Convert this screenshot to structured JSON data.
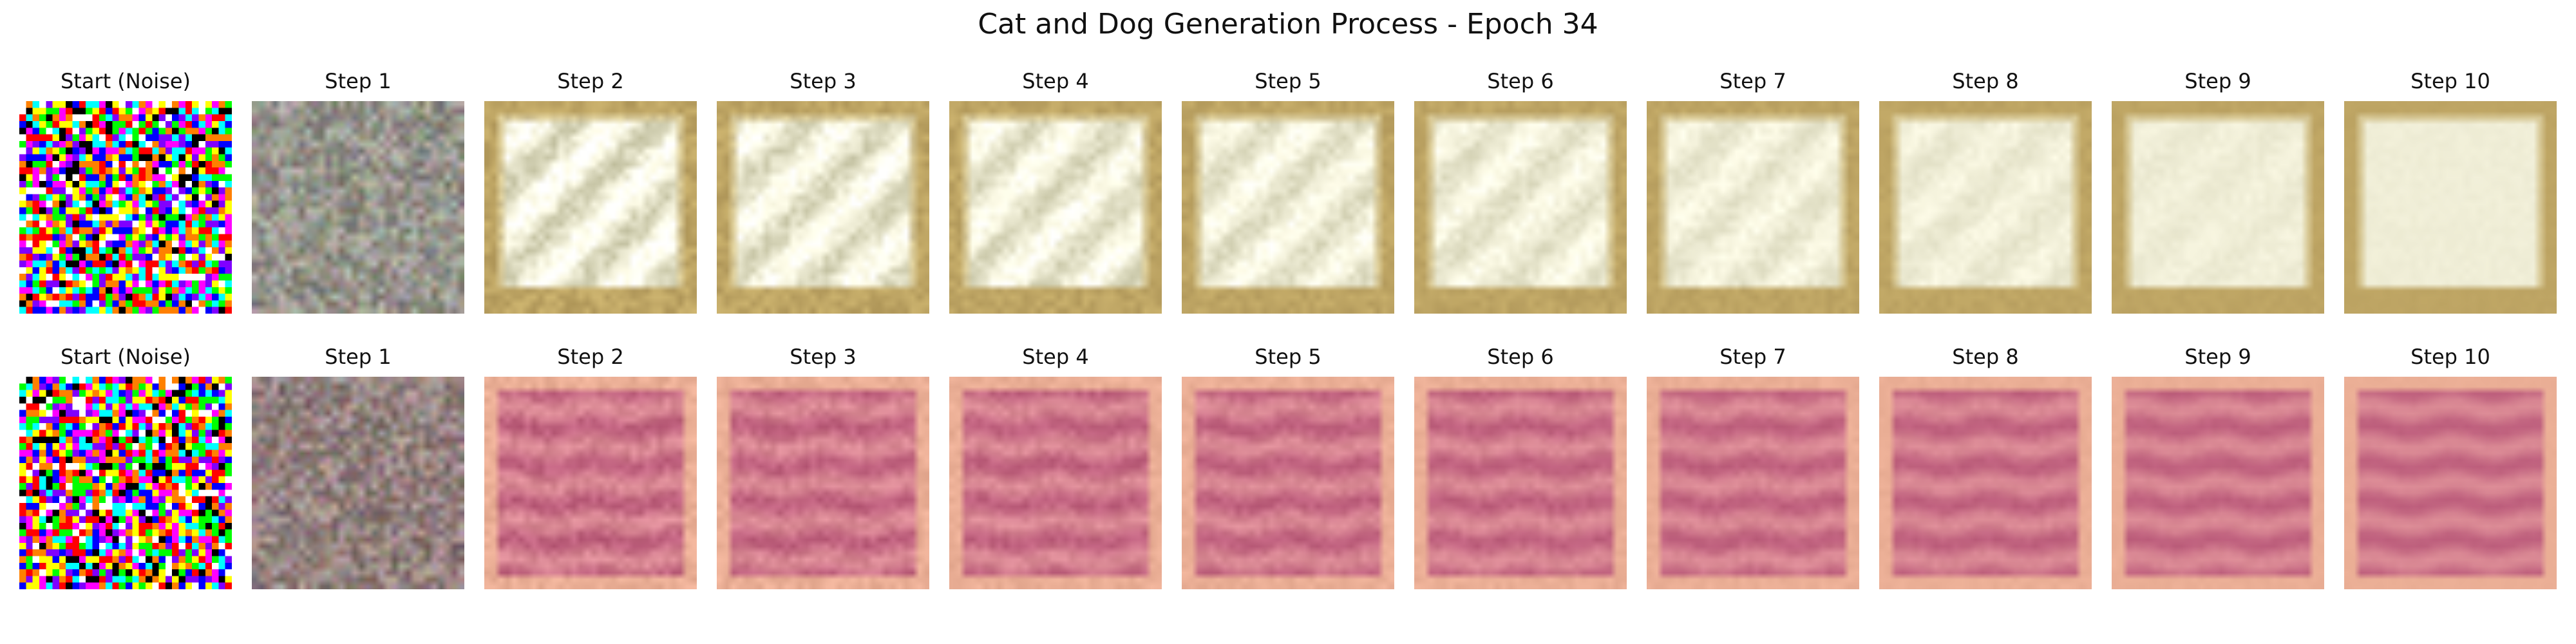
{
  "figure": {
    "title": "Cat and Dog Generation Process - Epoch 34"
  },
  "rows": [
    {
      "panels": [
        {
          "title": "Start (Noise)",
          "image": "rgb-noise"
        },
        {
          "title": "Step 1",
          "image": "gray-blurry-noise"
        },
        {
          "title": "Step 2",
          "image": "pale-cream-with-brown-border"
        },
        {
          "title": "Step 3",
          "image": "pale-cream-with-brown-border"
        },
        {
          "title": "Step 4",
          "image": "pale-cream-with-brown-border"
        },
        {
          "title": "Step 5",
          "image": "pale-cream-with-brown-border"
        },
        {
          "title": "Step 6",
          "image": "pale-cream-with-brown-border"
        },
        {
          "title": "Step 7",
          "image": "pale-cream-with-brown-border"
        },
        {
          "title": "Step 8",
          "image": "pale-cream-with-brown-border"
        },
        {
          "title": "Step 9",
          "image": "pale-cream-with-brown-border"
        },
        {
          "title": "Step 10",
          "image": "pale-cream-with-brown-border"
        }
      ]
    },
    {
      "panels": [
        {
          "title": "Start (Noise)",
          "image": "rgb-noise"
        },
        {
          "title": "Step 1",
          "image": "gray-blurry-noise"
        },
        {
          "title": "Step 2",
          "image": "pink-striped-texture"
        },
        {
          "title": "Step 3",
          "image": "pink-striped-texture"
        },
        {
          "title": "Step 4",
          "image": "pink-striped-texture"
        },
        {
          "title": "Step 5",
          "image": "pink-striped-texture"
        },
        {
          "title": "Step 6",
          "image": "pink-striped-texture"
        },
        {
          "title": "Step 7",
          "image": "pink-striped-texture"
        },
        {
          "title": "Step 8",
          "image": "pink-striped-texture"
        },
        {
          "title": "Step 9",
          "image": "pink-striped-texture"
        },
        {
          "title": "Step 10",
          "image": "pink-striped-texture"
        }
      ]
    }
  ]
}
